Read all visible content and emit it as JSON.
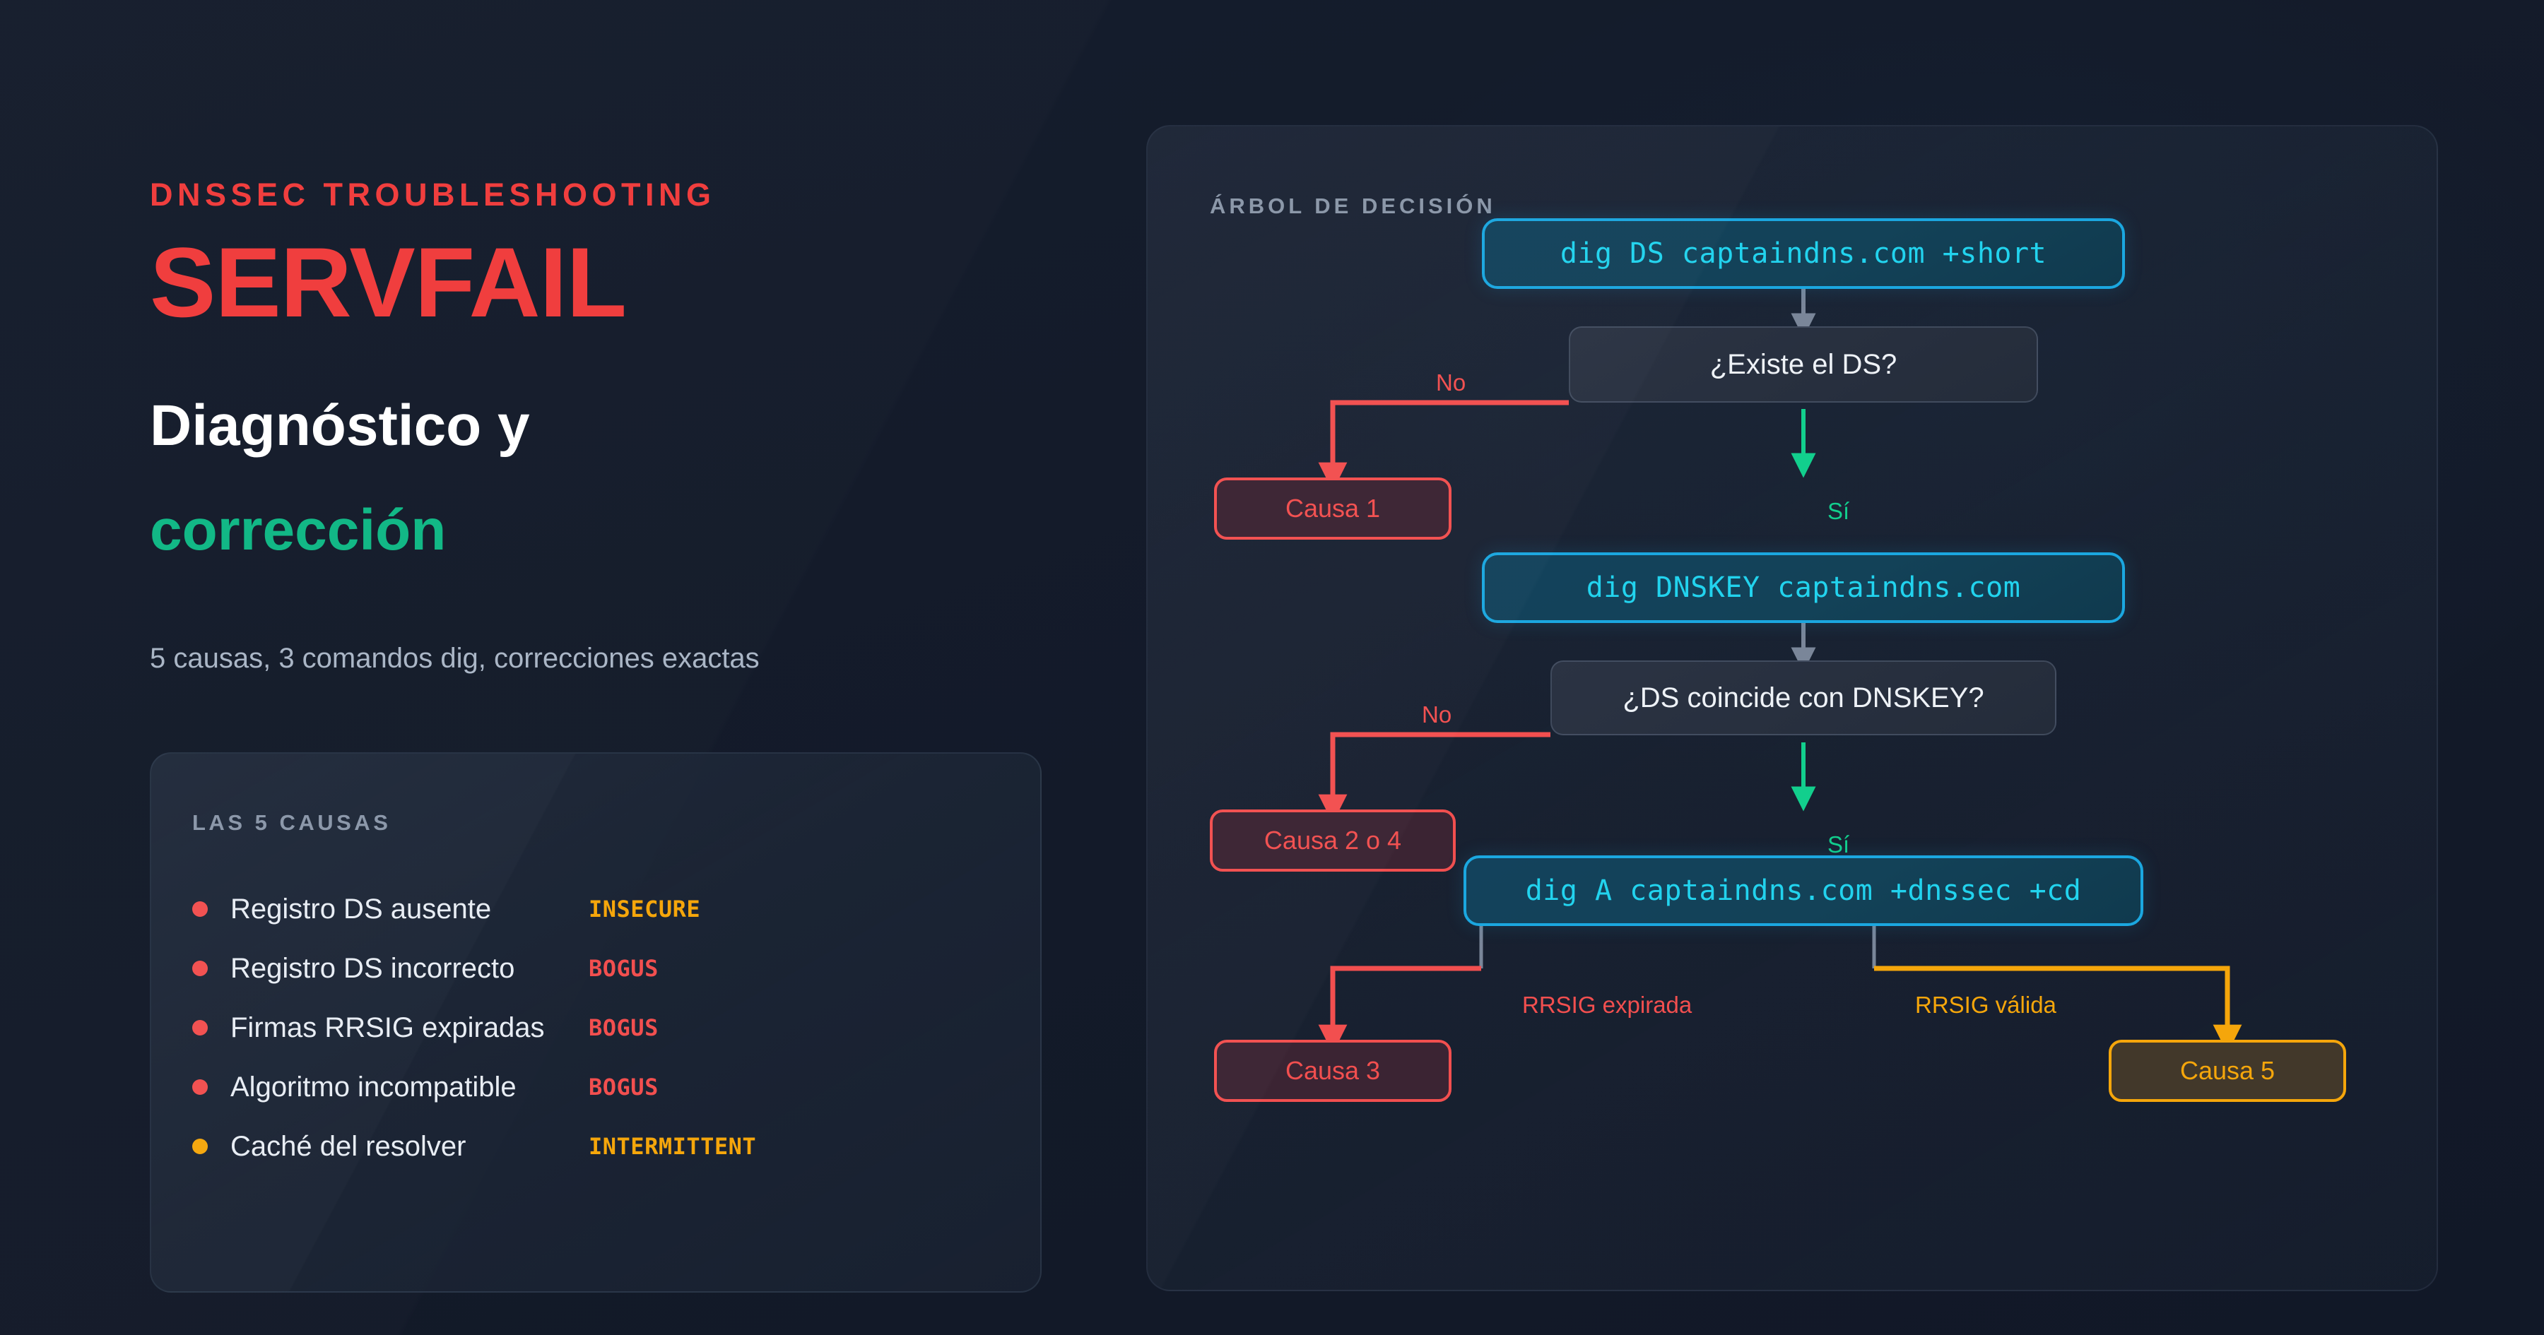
{
  "theme": {
    "bg": "#141c2b",
    "accent_red": "#f03e3e",
    "accent_green": "#12b886",
    "accent_cyan": "#22d3ee",
    "accent_amber": "#f5a60b",
    "muted": "#8a96a8"
  },
  "hero": {
    "eyebrow": "DNSSEC TROUBLESHOOTING",
    "title": "SERVFAIL",
    "subtitle_line1": "Diagnóstico y",
    "subtitle_line2": "corrección",
    "description": "5 causas, 3 comandos dig, correcciones exactas"
  },
  "causes_card": {
    "heading": "LAS 5 CAUSAS",
    "items": [
      {
        "label": "Registro DS ausente",
        "status": "INSECURE",
        "dot_color": "#f24f4f",
        "status_color": "#f5a60b"
      },
      {
        "label": "Registro DS incorrecto",
        "status": "BOGUS",
        "dot_color": "#f24f4f",
        "status_color": "#f24f4f"
      },
      {
        "label": "Firmas RRSIG expiradas",
        "status": "BOGUS",
        "dot_color": "#f24f4f",
        "status_color": "#f24f4f"
      },
      {
        "label": "Algoritmo incompatible",
        "status": "BOGUS",
        "dot_color": "#f24f4f",
        "status_color": "#f24f4f"
      },
      {
        "label": "Caché del resolver",
        "status": "INTERMITTENT",
        "dot_color": "#f5a60b",
        "status_color": "#f5a60b"
      }
    ]
  },
  "tree": {
    "heading": "ÁRBOL DE DECISIÓN",
    "nodes": {
      "cmd1": "dig DS captaindns.com +short",
      "q1": "¿Existe el DS?",
      "out1": "Causa 1",
      "cmd2": "dig DNSKEY captaindns.com",
      "q2": "¿DS coincide con DNSKEY?",
      "out2": "Causa 2 o 4",
      "cmd3": "dig A captaindns.com +dnssec +cd",
      "out3": "Causa 3",
      "out5": "Causa 5"
    },
    "labels": {
      "no1": "No",
      "si1": "Sí",
      "no2": "No",
      "si2": "Sí",
      "rrsig_expired": "RRSIG expirada",
      "rrsig_valid": "RRSIG válida"
    }
  }
}
